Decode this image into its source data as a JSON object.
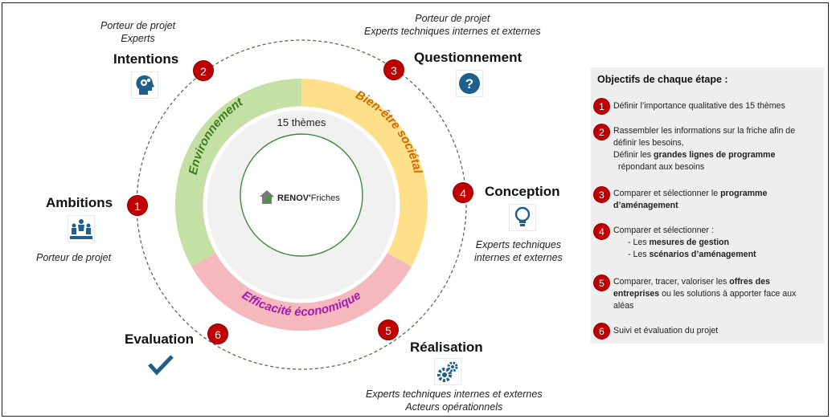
{
  "center": {
    "themes_label": "15 thèmes",
    "logo_text_bold": "RENOV'",
    "logo_text_regular": "Friches",
    "logo_icon": "house-leaf-icon"
  },
  "ring_sectors": [
    {
      "label": "Environnement",
      "fill": "#c5e0a5",
      "text_color": "#3a7d1f"
    },
    {
      "label": "Bien-être sociétal",
      "fill": "#ffe08a",
      "text_color": "#d06a00"
    },
    {
      "label": "Efficacité économique",
      "fill": "#f4b8bd",
      "text_color": "#a21caf"
    }
  ],
  "stages": [
    {
      "num": "1",
      "title": "Ambitions",
      "actors": [
        "Porteur de projet"
      ],
      "icon": "team-goal-icon"
    },
    {
      "num": "2",
      "title": "Intentions",
      "actors": [
        "Porteur de projet",
        "Experts"
      ],
      "icon": "head-gears-icon"
    },
    {
      "num": "3",
      "title": "Questionnement",
      "actors": [
        "Porteur de projet",
        "Experts techniques internes et externes"
      ],
      "icon": "question-icon"
    },
    {
      "num": "4",
      "title": "Conception",
      "actors": [
        "Experts techniques",
        "internes et externes"
      ],
      "icon": "lightbulb-icon"
    },
    {
      "num": "5",
      "title": "Réalisation",
      "actors": [
        "Experts techniques internes et externes",
        "Acteurs opérationnels"
      ],
      "icon": "gears-icon"
    },
    {
      "num": "6",
      "title": "Evaluation",
      "actors": [],
      "icon": "checkmark-icon"
    }
  ],
  "objectives": {
    "title": "Objectifs de chaque étape :",
    "items": [
      {
        "num": "1",
        "lines": [
          "Définir l’importance qualitative des 15 thèmes"
        ]
      },
      {
        "num": "2",
        "line1": "Rassembler les informations sur la friche afin de",
        "line2": "définir les besoins,",
        "line3_pre": "Définir les ",
        "line3_bold": "grandes lignes de programme",
        "line4": "répondant aux besoins"
      },
      {
        "num": "3",
        "line1_pre": "Comparer et sélectionner le ",
        "line1_bold": "programme",
        "line2_bold": "d’aménagement"
      },
      {
        "num": "4",
        "line1": "Comparer et sélectionner :",
        "bullet1_pre": "-   Les ",
        "bullet1_bold": "mesures de gestion",
        "bullet2_pre": "-   Les ",
        "bullet2_bold": "scénarios d’aménagement"
      },
      {
        "num": "5",
        "line1_pre": "Comparer, tracer, valoriser les ",
        "line1_bold": "offres des",
        "line2_bold": "entreprises",
        "line2_post": " ou les solutions à apporter face aux",
        "line3": "aléas"
      },
      {
        "num": "6",
        "line1": "Suivi et évaluation du projet"
      }
    ]
  },
  "colors": {
    "badge": "#c00000",
    "icon_blue": "#1f5f8b",
    "dashed_circle": "#5d6b52"
  }
}
